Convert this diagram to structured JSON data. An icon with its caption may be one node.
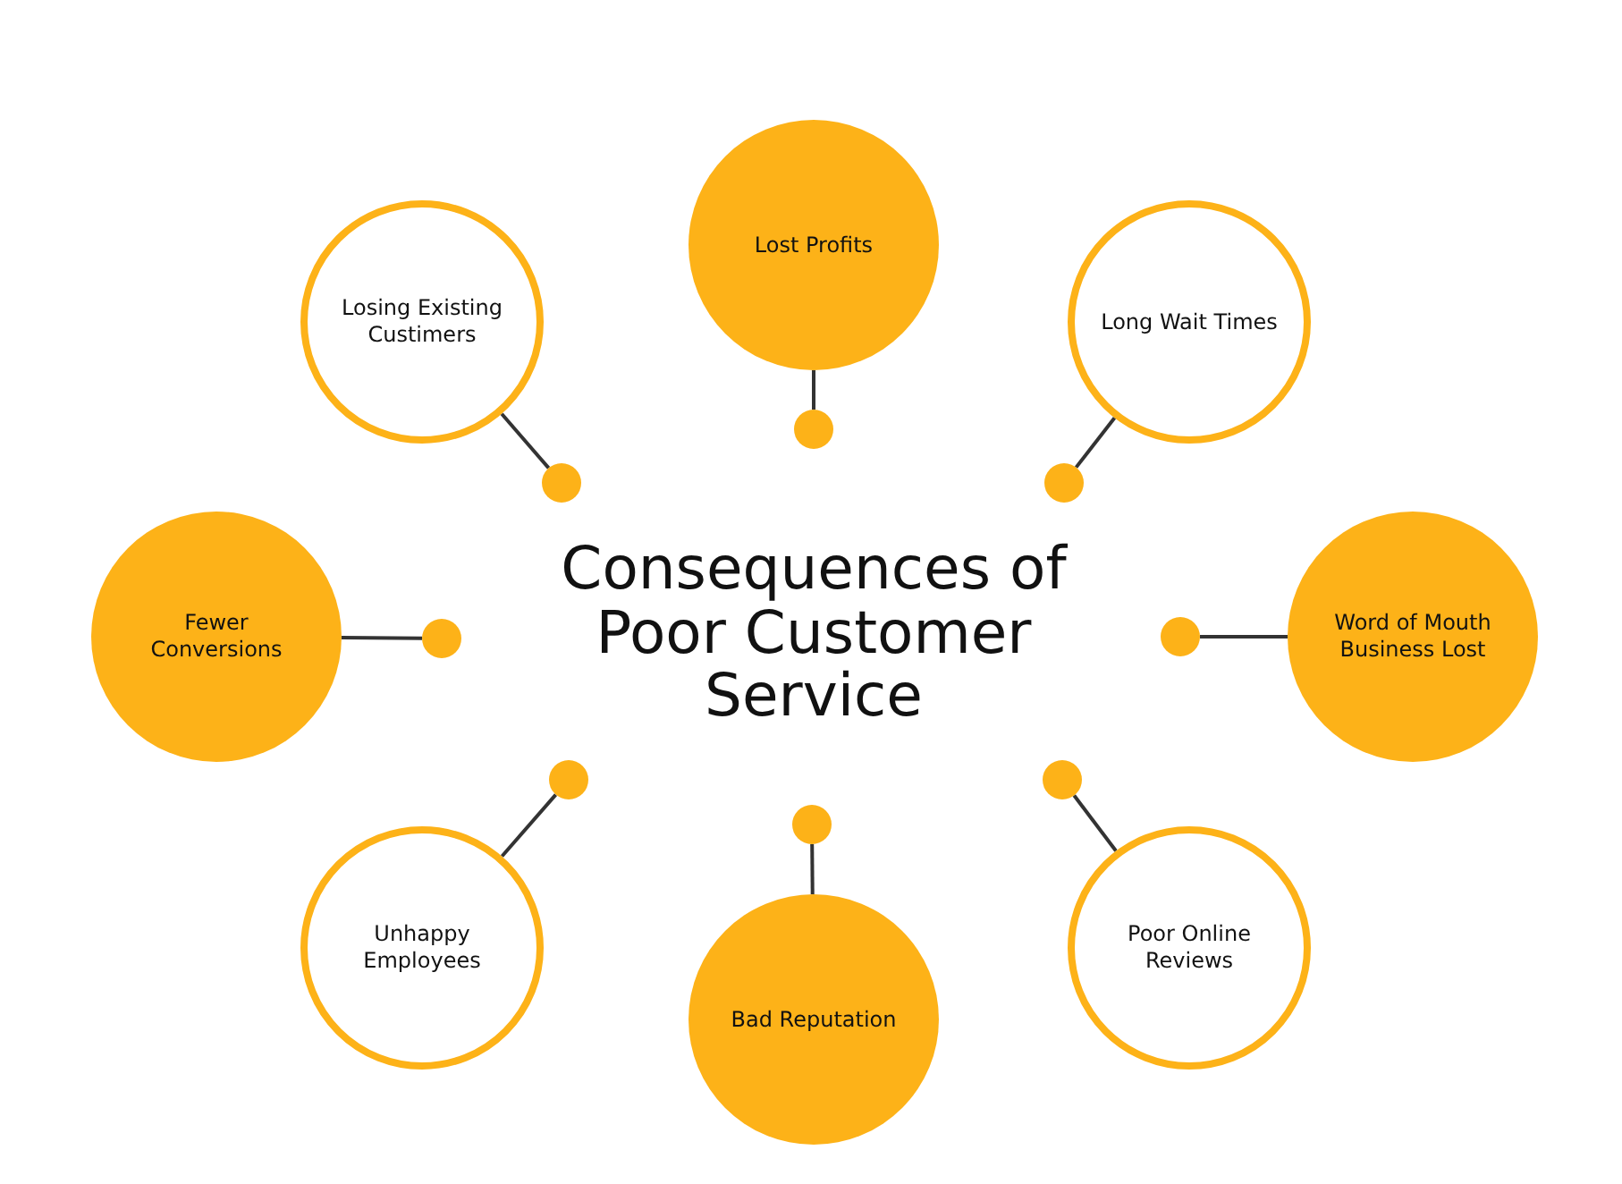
{
  "diagram": {
    "title": "Consequences of Poor Customer Service",
    "nodes": [
      {
        "text": [
          "Lost Profits"
        ]
      },
      {
        "text": [
          "Losing Existing Custimers"
        ]
      },
      {
        "text": [
          "Long Wait Times"
        ]
      },
      {
        "text": [
          "Fewer Conversions"
        ]
      },
      {
        "text": [
          "Word of Mouth Business Lost"
        ]
      },
      {
        "text": [
          "Unhappy Employees"
        ]
      },
      {
        "text": [
          "Poor Online Reviews"
        ]
      },
      {
        "text": [
          "Bad Reputation"
        ]
      },
      {
        "text": [],
        "shape": "circle"
      },
      {
        "text": [],
        "shape": "circle"
      },
      {
        "text": [],
        "shape": "circle"
      },
      {
        "text": [],
        "shape": "circle"
      },
      {
        "text": [],
        "shape": "circle"
      },
      {
        "text": [],
        "shape": "circle"
      },
      {
        "text": [],
        "shape": "circle"
      },
      {
        "text": [],
        "shape": "circle"
      }
    ],
    "edges": [
      {
        "from": 0,
        "to": 8,
        "arrow": "none"
      },
      {
        "from": 1,
        "to": 9,
        "arrow": "none"
      },
      {
        "from": 2,
        "to": 10,
        "arrow": "none"
      },
      {
        "from": 3,
        "to": 11,
        "arrow": "none"
      },
      {
        "from": 4,
        "to": 12,
        "arrow": "none"
      },
      {
        "from": 5,
        "to": 13,
        "arrow": "none"
      },
      {
        "from": 6,
        "to": 14,
        "arrow": "none"
      },
      {
        "from": 7,
        "to": 15,
        "arrow": "none"
      }
    ]
  }
}
